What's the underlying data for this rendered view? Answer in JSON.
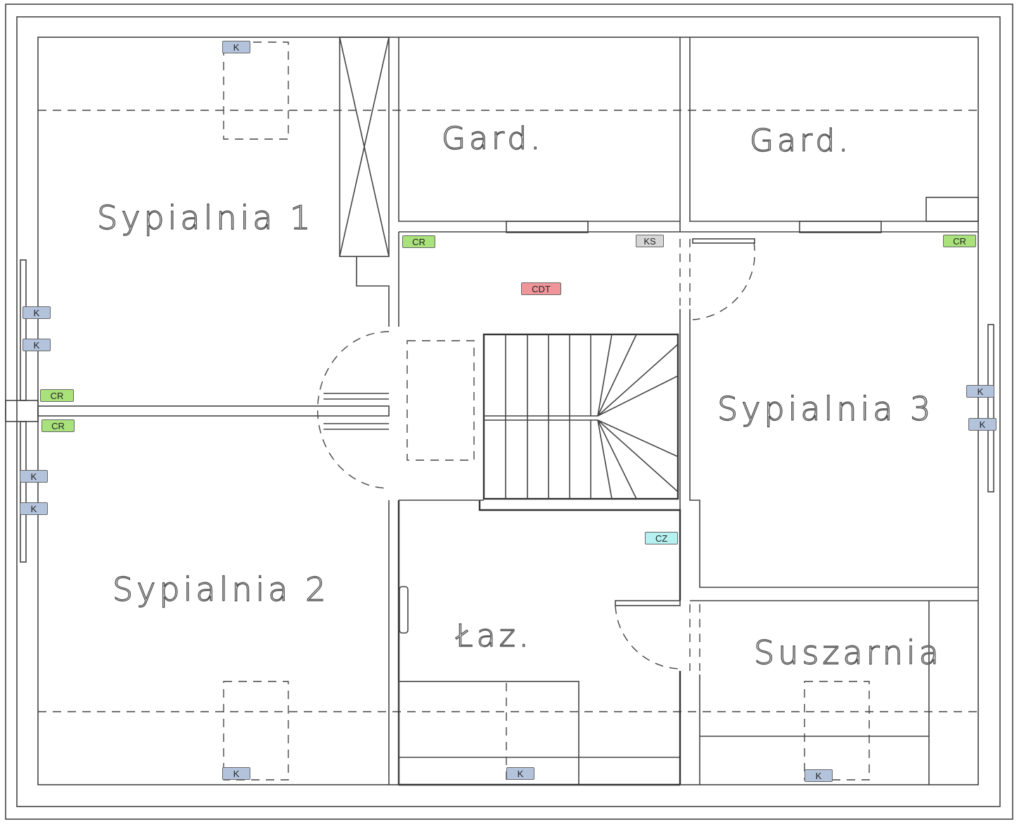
{
  "rooms": {
    "gard1": "Gard.",
    "gard2": "Gard.",
    "sypialnia1": "Sypialnia 1",
    "sypialnia2": "Sypialnia 2",
    "sypialnia3": "Sypialnia 3",
    "laz": "Łaz.",
    "suszarnia": "Suszarnia"
  },
  "badge_colors": {
    "K": "#b4c3dc",
    "CR": "#a9e27a",
    "KS": "#d6d6d6",
    "CDT": "#f0959a",
    "CZ": "#b6f1f1"
  },
  "badges": [
    {
      "label": "K",
      "type": "K"
    },
    {
      "label": "K",
      "type": "K"
    },
    {
      "label": "K",
      "type": "K"
    },
    {
      "label": "CR",
      "type": "CR"
    },
    {
      "label": "CR",
      "type": "CR"
    },
    {
      "label": "K",
      "type": "K"
    },
    {
      "label": "K",
      "type": "K"
    },
    {
      "label": "CR",
      "type": "CR"
    },
    {
      "label": "KS",
      "type": "KS"
    },
    {
      "label": "CDT",
      "type": "CDT"
    },
    {
      "label": "CR",
      "type": "CR"
    },
    {
      "label": "K",
      "type": "K"
    },
    {
      "label": "K",
      "type": "K"
    },
    {
      "label": "CZ",
      "type": "CZ"
    },
    {
      "label": "K",
      "type": "K"
    },
    {
      "label": "K",
      "type": "K"
    },
    {
      "label": "K",
      "type": "K"
    }
  ]
}
